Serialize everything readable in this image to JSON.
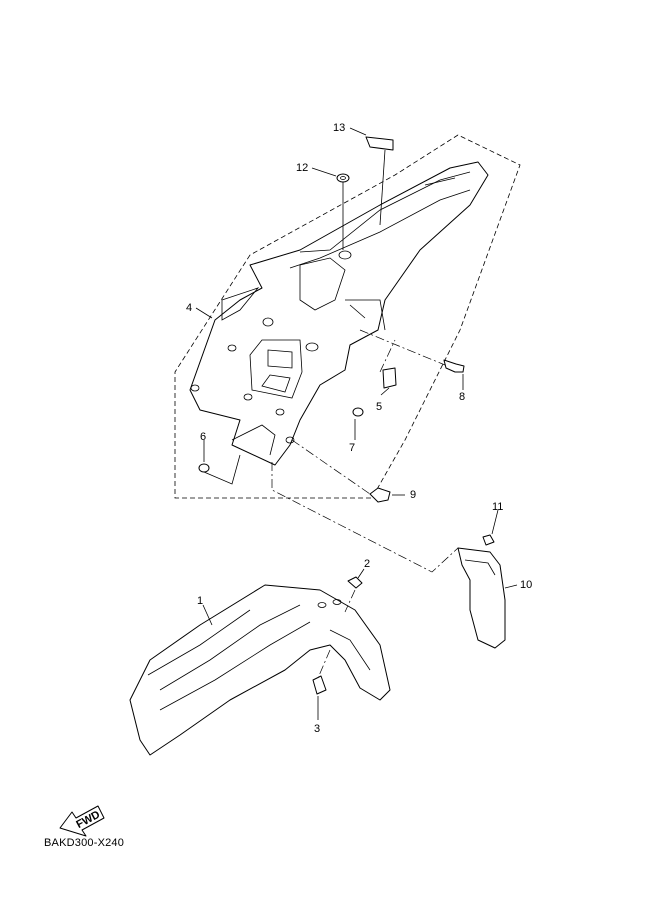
{
  "diagram": {
    "callouts": [
      {
        "id": "1",
        "label": "1"
      },
      {
        "id": "2",
        "label": "2"
      },
      {
        "id": "3",
        "label": "3"
      },
      {
        "id": "4",
        "label": "4"
      },
      {
        "id": "5",
        "label": "5"
      },
      {
        "id": "6",
        "label": "6"
      },
      {
        "id": "7",
        "label": "7"
      },
      {
        "id": "8",
        "label": "8"
      },
      {
        "id": "9",
        "label": "9"
      },
      {
        "id": "10",
        "label": "10"
      },
      {
        "id": "11",
        "label": "11"
      },
      {
        "id": "12",
        "label": "12"
      },
      {
        "id": "13",
        "label": "13"
      }
    ],
    "fwd_arrow_label": "FWD",
    "diagram_code": "BAKD300-X240"
  }
}
